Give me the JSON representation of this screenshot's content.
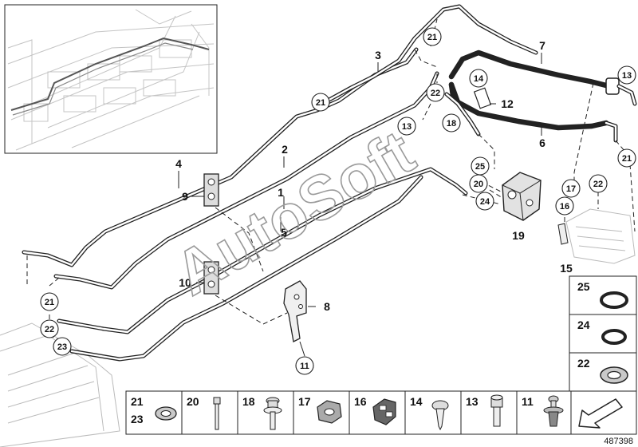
{
  "diagram_number": "487398",
  "watermark": "AutoSoft",
  "part_labels": {
    "p1": "1",
    "p2": "2",
    "p3": "3",
    "p4": "4",
    "p5": "5",
    "p6": "6",
    "p7": "7",
    "p8": "8",
    "p9": "9",
    "p10": "10",
    "p11": "11",
    "p12": "12",
    "p14": "14",
    "p15": "15",
    "p16": "16",
    "p17": "17",
    "p18": "18",
    "p19": "19"
  },
  "callouts": {
    "c21a": "21",
    "c21b": "21",
    "c21c": "21",
    "c21d": "21",
    "c22a": "22",
    "c22b": "22",
    "c22c": "22",
    "c13a": "13",
    "c13b": "13",
    "c23": "23",
    "c25": "25",
    "c20": "20",
    "c24": "24"
  },
  "side_panel": [
    "25",
    "24",
    "22"
  ],
  "bottom_panel": [
    "21",
    "23",
    "20",
    "18",
    "17",
    "16",
    "14",
    "13",
    "11"
  ]
}
